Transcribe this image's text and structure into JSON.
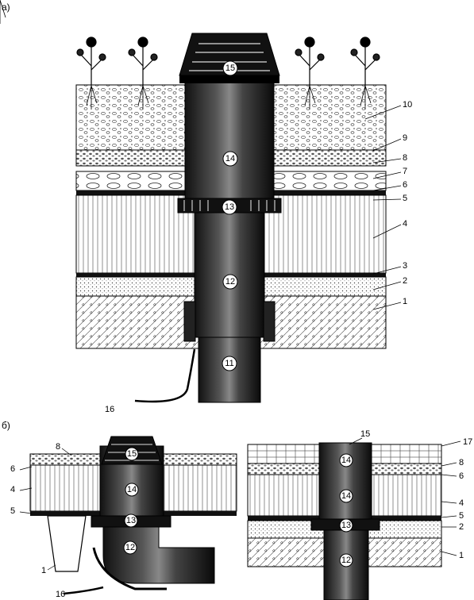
{
  "figure": {
    "panel_a": "а)",
    "panel_b": "б)"
  },
  "labels_a": [
    "1",
    "2",
    "3",
    "4",
    "5",
    "6",
    "7",
    "8",
    "9",
    "10",
    "16"
  ],
  "circles_a": [
    "11",
    "12",
    "13",
    "14",
    "15"
  ],
  "labels_b_left": [
    "1",
    "4",
    "5",
    "6",
    "8",
    "16"
  ],
  "circles_b_left": [
    "12",
    "13",
    "14",
    "15"
  ],
  "labels_b_right": [
    "1",
    "2",
    "4",
    "5",
    "6",
    "8",
    "15",
    "17"
  ],
  "circles_b_right": [
    "12",
    "13",
    "14",
    "14"
  ]
}
